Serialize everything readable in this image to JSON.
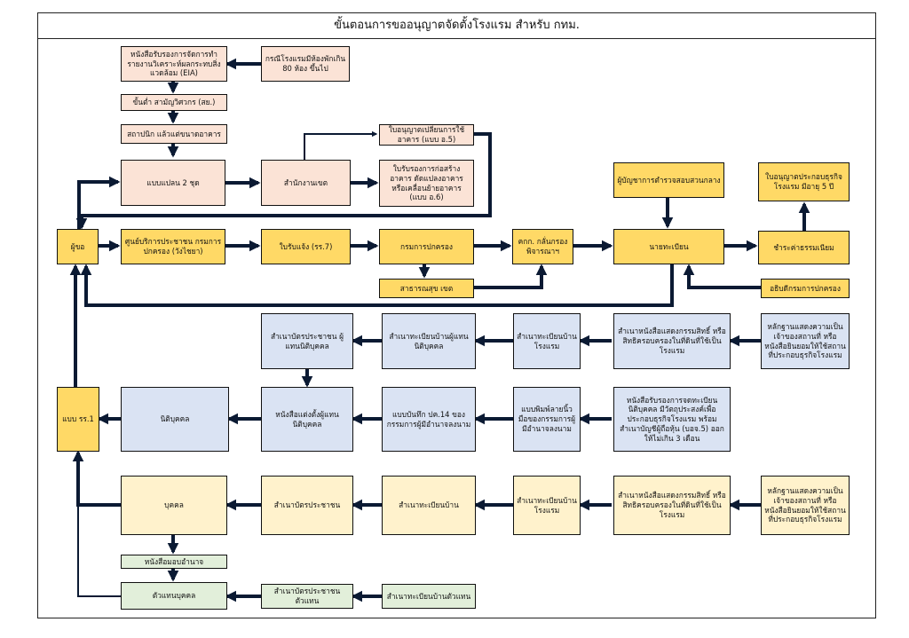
{
  "title": "ขั้นตอนการขออนุญาตจัดตั้งโรงแรม สำหรับ กทม.",
  "colors": {
    "pink": "#fbe3d6",
    "gold": "#ffd966",
    "lavender": "#dae3f3",
    "cream": "#fff2cc",
    "green": "#e2efda",
    "arrow": "#0b1a33"
  },
  "boxes": {
    "eia_letter": "หนังสือรับรองการจัดการทำรายงานวิเคราะห์ผลกระทบสิ่งแวดล้อม (EIA)",
    "over_80_rooms": "กรณีโรงแรมมีห้องพักเกิน 80 ห้อง ขึ้นไป",
    "civil_engineer": "ขั้นต่ำ สามัญวิศวกร (สย.)",
    "architect": "สถาปนิก แล้วแต่ขนาดอาคาร",
    "plan_2_sets": "แบบแปลน 2 ชุด",
    "district_office": "สำนักงานเขต",
    "permit_change_use": "ใบอนุญาตเปลี่ยนการใช้อาคาร (แบบ อ.5)",
    "cert_construct": "ใบรับรองการก่อสร้างอาคาร ดัดแปลงอาคาร หรือเคลื่อนย้ายอาคาร (แบบ อ.6)",
    "applicant": "ผู้ขอ",
    "service_center": "ศูนย์บริการประชาชน กรมการปกครอง (วังไชยา)",
    "receipt_rr7": "ใบรับแจ้ง (รร.7)",
    "dopa": "กรมการปกครอง",
    "public_health": "สาธารณสุข เขต",
    "committee": "คกก. กลั่นกรอง พิจารณาฯ",
    "police_chief": "ผู้บัญชาการตำรวจสอบสวนกลาง",
    "registrar": "นายทะเบียน",
    "license_5yr": "ใบอนุญาตประกอบธุรกิจโรงแรม มีอายุ 5 ปี",
    "pay_fee": "ชำระค่าธรรมเนียม",
    "dg_dopa": "อธิบดีกรมการปกครอง",
    "form_rr1": "แบบ รร.1",
    "juristic_id": "สำเนาบัตรประชาชน ผู้แทนนิติบุคคล",
    "juristic_house_reg": "สำเนาทะเบียนบ้านผู้แทนนิติบุคคล",
    "hotel_house_reg_1": "สำเนาทะเบียนบ้านโรงแรม",
    "title_deed_1": "สำเนาหนังสือแสดงกรรมสิทธิ์ หรือ สิทธิครอบครองในที่ดินที่ใช้เป็นโรงแรม",
    "evidence_consent_1": "หลักฐานแสดงความเป็นเจ้าของสถานที่ หรือ หนังสือยินยอมให้ใช้สถานที่ประกอบธุรกิจโรงแรม",
    "juristic_person": "นิติบุคคล",
    "appoint_letter": "หนังสือแต่งตั้งผู้แทนนิติบุคคล",
    "pk14": "แบบบันทึก ปค.14 ของกรรมการผู้มีอำนาจลงนาม",
    "fingerprint": "แบบพิมพ์ลายนิ้วมือของกรรมการผู้มีอำนาจลงนาม",
    "juristic_cert": "หนังสือรับรองการจดทะเบียนนิติบุคคล มีวัตถุประสงค์เพื่อประกอบธุรกิจโรงแรม พร้อม สำเนาบัญชีผู้ถือหุ้น (บอจ.5) ออกให้ไม่เกิน 3 เดือน",
    "individual": "บุคคล",
    "id_copy": "สำเนาบัตรประชาชน",
    "house_reg_copy": "สำเนาทะเบียนบ้าน",
    "hotel_house_reg_2": "สำเนาทะเบียนบ้านโรงแรม",
    "title_deed_2": "สำเนาหนังสือแสดงกรรมสิทธิ์ หรือ สิทธิครอบครองในที่ดินที่ใช้เป็นโรงแรม",
    "evidence_consent_2": "หลักฐานแสดงความเป็นเจ้าของสถานที่ หรือ หนังสือยินยอมให้ใช้สถานที่ประกอบธุรกิจโรงแรม",
    "power_of_attorney": "หนังสือมอบอำนาจ",
    "representative": "ตัวแทนบุคคล",
    "rep_id_copy": "สำเนาบัตรประชาชน ตัวแทน",
    "rep_house_reg": "สำเนาทะเบียนบ้านตัวแทน"
  }
}
